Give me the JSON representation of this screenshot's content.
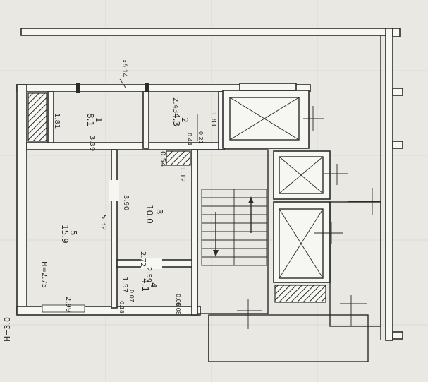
{
  "sheet": {
    "height_note": "H=3.0",
    "axis_mark": "x6.14"
  },
  "rooms": [
    {
      "id": "r1",
      "number": "1",
      "area": "8.1",
      "dim_a": "1.81",
      "dim_b": "3.39"
    },
    {
      "id": "r2",
      "number": "2",
      "area": "4.3",
      "dim_a": "2.43",
      "dim_b": "1.81",
      "dim_c": "0.21",
      "dim_d": "0.44"
    },
    {
      "id": "r3",
      "number": "3",
      "area": "10.0",
      "dim_a": "3.90",
      "dim_b": "2.72"
    },
    {
      "id": "r4",
      "number": "4",
      "area": "4.1",
      "dim_a": "2.59",
      "dim_b": "1.57",
      "dim_c": "0.07",
      "dim_d": "0.06",
      "dim_e": "0.08",
      "dim_f": "0.18"
    },
    {
      "id": "r5",
      "number": "5",
      "area": "15.9",
      "dim_a": "5.32",
      "dim_b": "2.99",
      "height": "H=2.75"
    }
  ],
  "misc_dims": {
    "vent_w": "0.54",
    "vent_h": "1.12"
  },
  "colors": {
    "paper": "#e9e8e2",
    "ink": "#2b2b2b"
  }
}
